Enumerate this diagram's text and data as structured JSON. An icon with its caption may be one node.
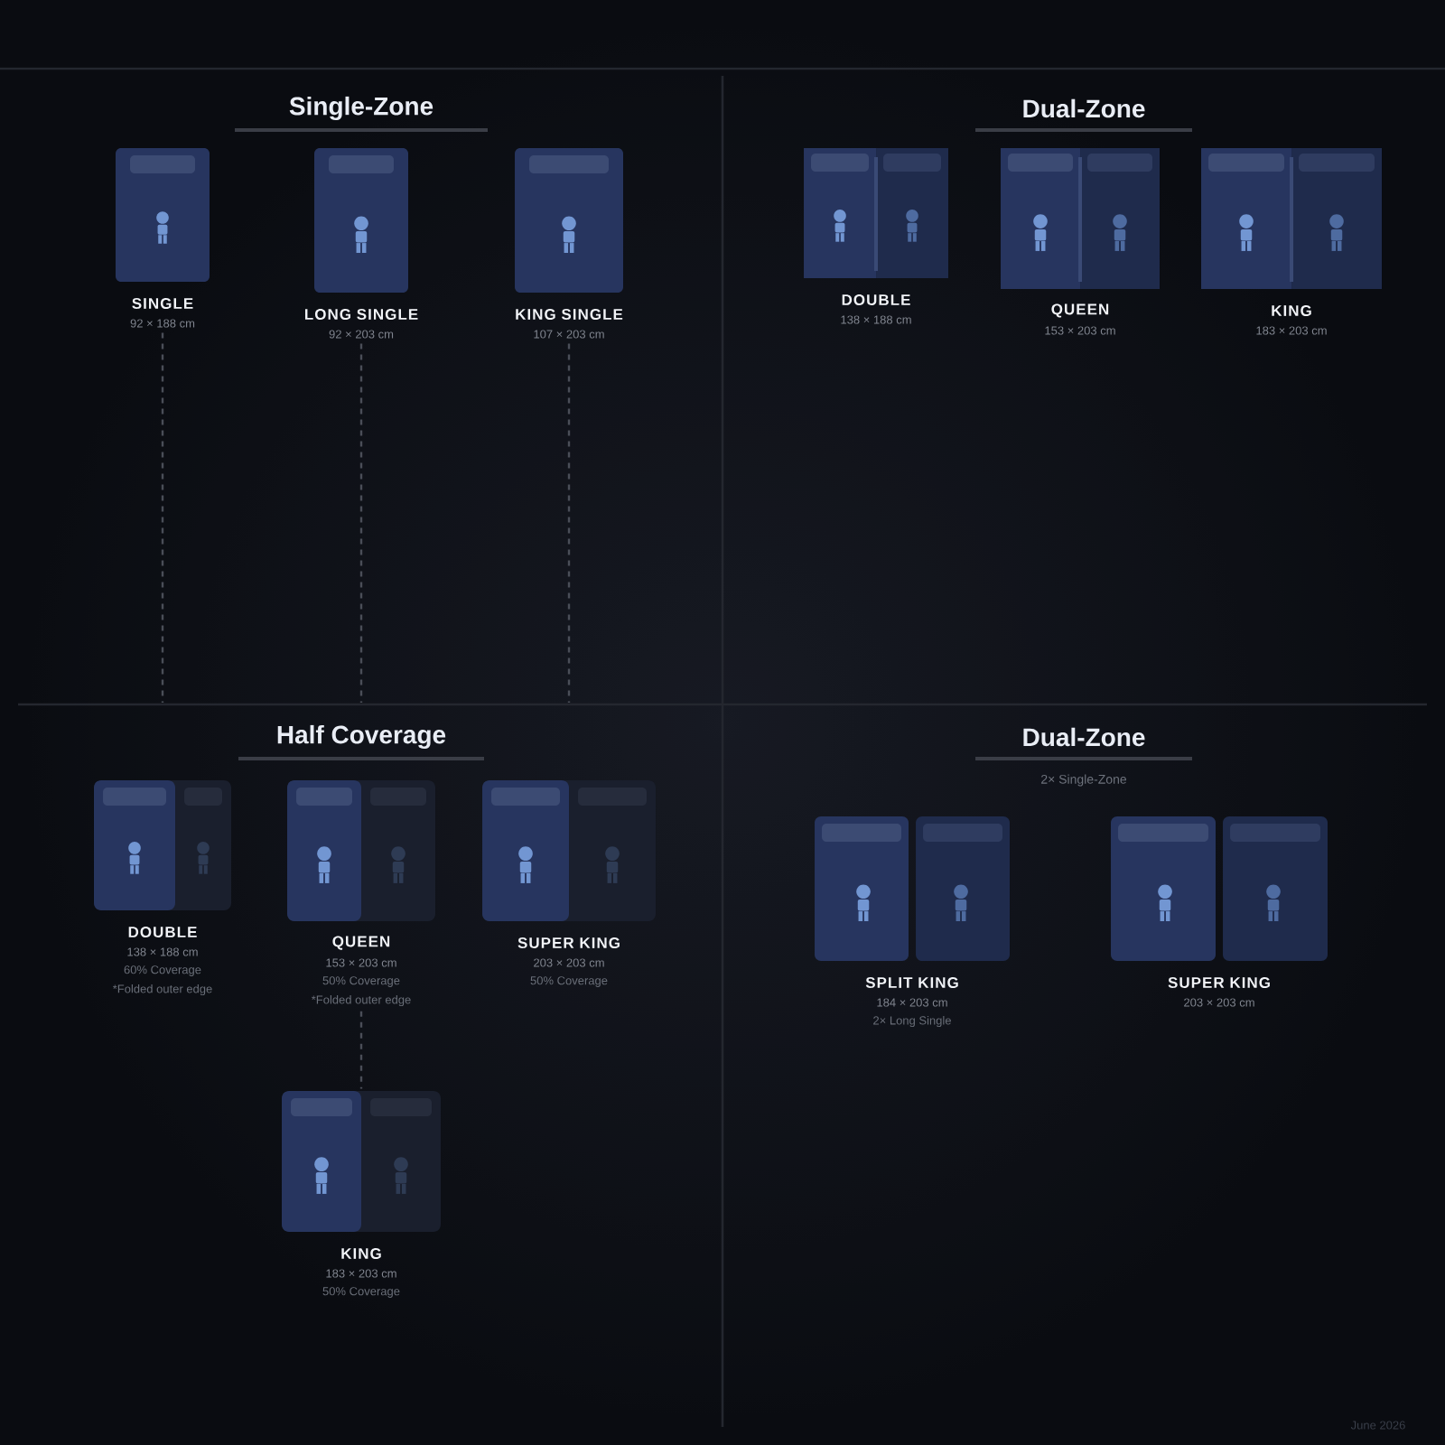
{
  "diagram": {
    "nodes": [
      {
        "text": [
          "SINGLE",
          "92 × 188 cm"
        ]
      },
      {
        "text": [
          "LONG SINGLE",
          "92 × 203 cm"
        ]
      },
      {
        "text": [
          "KING SINGLE",
          "107 × 203 cm"
        ]
      },
      {
        "text": [
          "DOUBLE",
          "138 × 188 cm"
        ]
      },
      {
        "text": [
          "QUEEN",
          "153 × 203 cm"
        ]
      },
      {
        "text": [
          "KING",
          "183 × 203 cm"
        ]
      },
      {
        "text": [
          "DOUBLE",
          "138 × 188 cm",
          "60% Coverage",
          "*Folded outer edge"
        ]
      },
      {
        "text": [
          "QUEEN",
          "153 × 203 cm",
          "50% Coverage",
          "*Folded outer edge"
        ]
      },
      {
        "text": [
          "SUPER KING",
          "203 × 203 cm",
          "50% Coverage"
        ]
      },
      {
        "text": [
          "KING",
          "183 × 203 cm",
          "50% Coverage"
        ]
      },
      {
        "text": [
          "SPLIT KING",
          "184 × 203 cm",
          "2× Long Single"
        ]
      },
      {
        "text": [
          "SUPER KING",
          "203 × 203 cm"
        ]
      }
    ],
    "edges": [
      {
        "from": 0,
        "to": null,
        "arrow": "none",
        "style": "dashed"
      },
      {
        "from": 1,
        "to": null,
        "arrow": "none",
        "style": "dashed"
      },
      {
        "from": 2,
        "to": null,
        "arrow": "none",
        "style": "dashed"
      },
      {
        "from": 7,
        "to": 9,
        "arrow": "none",
        "style": "dashed"
      }
    ],
    "labels": [
      "Single-Zone",
      "Dual-Zone",
      "Half Coverage",
      "Dual-Zone",
      "2× Single-Zone",
      "June 2026"
    ]
  }
}
